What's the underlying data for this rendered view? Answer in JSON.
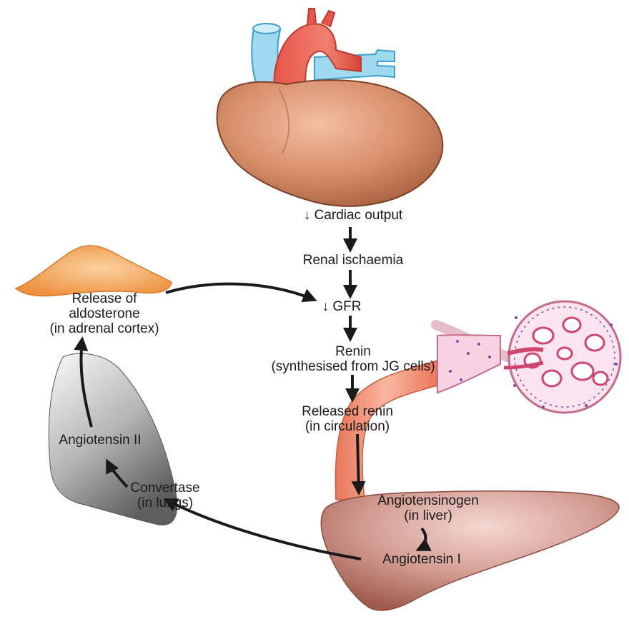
{
  "labels": {
    "cardiac_output": "↓ Cardiac output",
    "renal_ischaemia": "Renal ischaemia",
    "gfr": "↓ GFR",
    "renin": "Renin",
    "renin_source": "(synthesised from JG cells)",
    "released_renin": "Released renin",
    "in_circulation": "(in circulation)",
    "angiotensinogen": "Angiotensinogen",
    "in_liver": "(in liver)",
    "angiotensin_i": "Angiotensin I",
    "convertase": "Convertase",
    "in_lungs": "(in lungs)",
    "angiotensin_ii": "Angiotensin II",
    "release_of": "Release of",
    "aldosterone": "aldosterone",
    "adrenal_cortex": "(in adrenal cortex)"
  },
  "colors": {
    "heart": "#d9906d",
    "aorta": "#e8554a",
    "vessels_blue": "#9fd8ef",
    "adrenal": "#f0a050",
    "lung_dark": "#7a7a7a",
    "liver": "#c98a80",
    "renal_artery": "#f39a80",
    "kidney_tissue": "#f5c6dc",
    "arrow": "#1a1a1a"
  },
  "icons": [
    "heart-icon",
    "adrenal-gland-icon",
    "lung-icon",
    "liver-icon",
    "kidney-glomerulus-icon"
  ]
}
